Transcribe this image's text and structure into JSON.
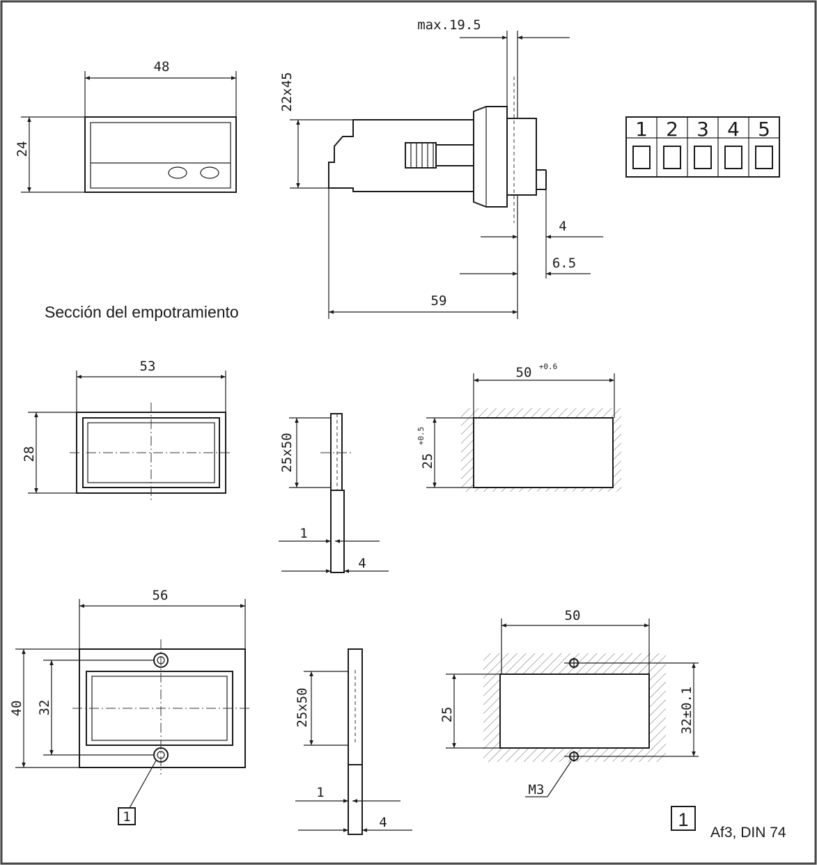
{
  "caption": "Sección del empotramiento",
  "front_view": {
    "width": "48",
    "height": "24"
  },
  "side_view": {
    "max_depth": "max.19.5",
    "bezel": "22x45",
    "panel_thickness": "4",
    "bezel_depth": "6.5",
    "total_depth": "59"
  },
  "terminals": [
    "1",
    "2",
    "3",
    "4",
    "5"
  ],
  "adapter_small": {
    "width": "53",
    "height": "28",
    "opening": "25x50",
    "edge": "1",
    "thickness": "4"
  },
  "cutout_small": {
    "width": "50",
    "width_tol": "+0.6",
    "height": "25",
    "height_tol": "+0.5"
  },
  "adapter_large": {
    "width": "56",
    "height": "40",
    "hole_pitch": "32",
    "opening": "25x50",
    "edge": "1",
    "thickness": "4",
    "callout": "1"
  },
  "cutout_large": {
    "width": "50",
    "height": "25",
    "hole_pitch": "32±0.1",
    "thread": "M3"
  },
  "note": {
    "number": "1",
    "text": "Af3, DIN 74"
  }
}
